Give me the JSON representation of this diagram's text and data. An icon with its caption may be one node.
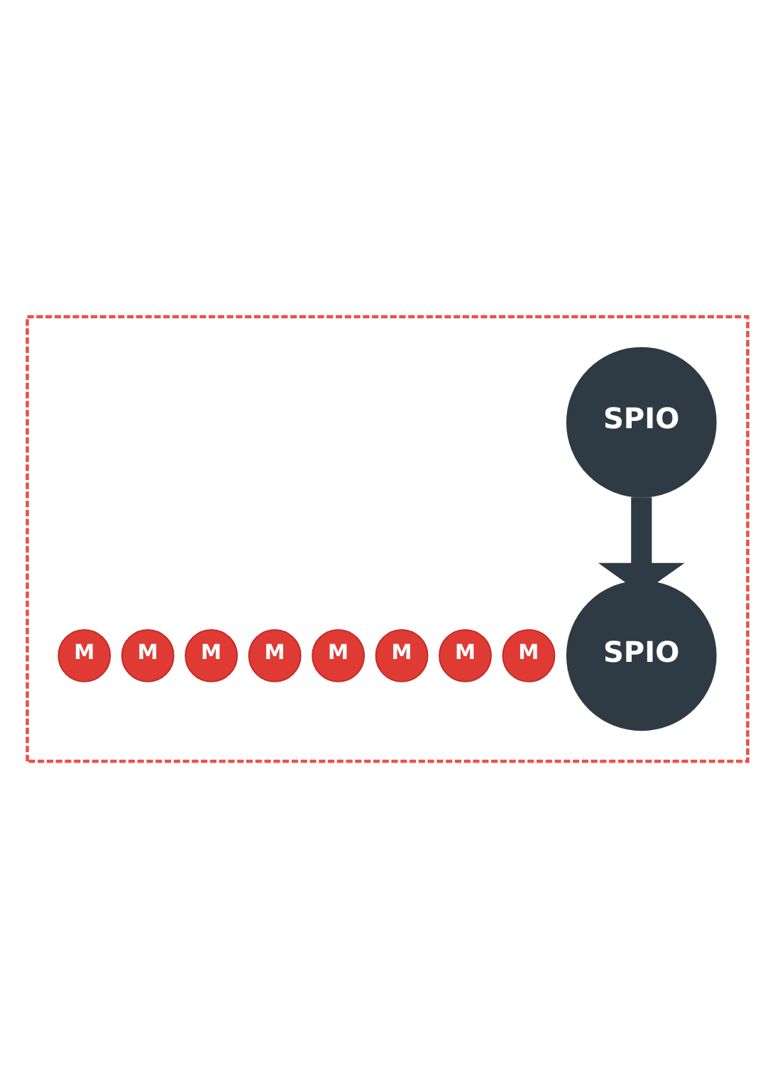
{
  "diagram": {
    "nodes": [
      {
        "text": [],
        "shape": "box"
      },
      {
        "text": [
          "SPIO"
        ],
        "in": 0
      },
      {
        "text": [
          "SPIO"
        ],
        "in": 0
      },
      {
        "text": [
          "M"
        ],
        "in": 0
      },
      {
        "text": [
          "M"
        ],
        "in": 0
      },
      {
        "text": [
          "M"
        ],
        "in": 0
      },
      {
        "text": [
          "M"
        ],
        "in": 0
      },
      {
        "text": [
          "M"
        ],
        "in": 0
      },
      {
        "text": [
          "M"
        ],
        "in": 0
      },
      {
        "text": [
          "M"
        ],
        "in": 0
      },
      {
        "text": [
          "M"
        ],
        "in": 0
      }
    ],
    "edges": [
      {
        "from": 1,
        "to": 2,
        "arrow": "to"
      }
    ]
  }
}
